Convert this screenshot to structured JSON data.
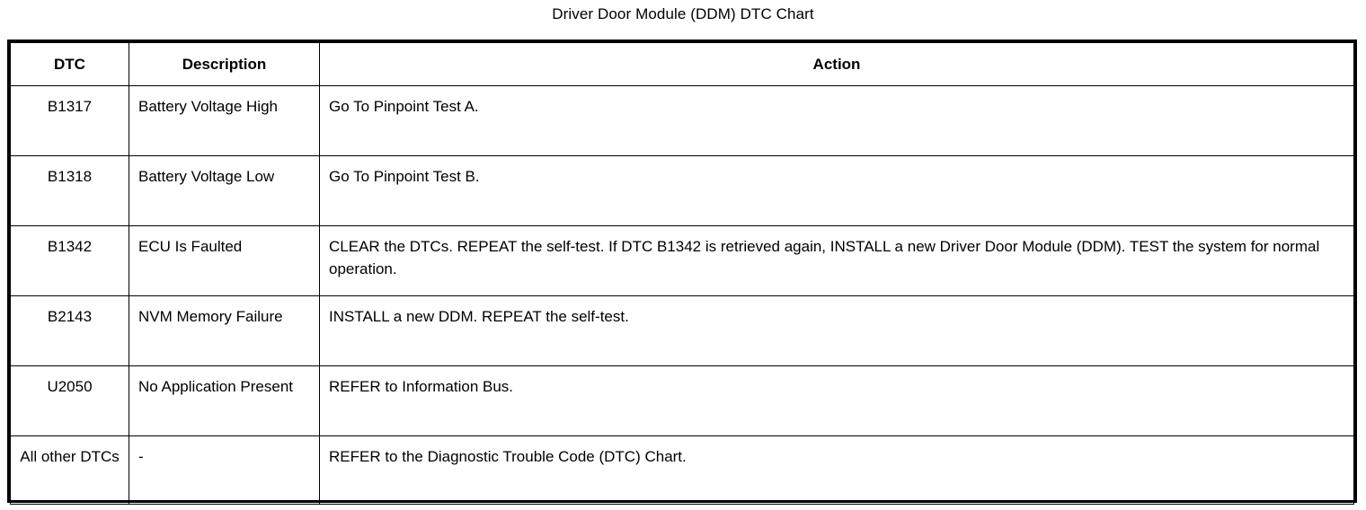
{
  "title": "Driver Door Module (DDM) DTC Chart",
  "table": {
    "columns": [
      {
        "key": "dtc",
        "label": "DTC",
        "align": "center"
      },
      {
        "key": "description",
        "label": "Description",
        "align": "left"
      },
      {
        "key": "action",
        "label": "Action",
        "align": "left"
      }
    ],
    "rows": [
      {
        "dtc": "B1317",
        "description": "Battery Voltage High",
        "action": "Go To Pinpoint Test A."
      },
      {
        "dtc": "B1318",
        "description": "Battery Voltage Low",
        "action": "Go To Pinpoint Test B."
      },
      {
        "dtc": "B1342",
        "description": "ECU Is Faulted",
        "action": "CLEAR the DTCs. REPEAT the self-test. If DTC B1342 is retrieved again, INSTALL a new Driver Door Module (DDM). TEST the system for normal operation."
      },
      {
        "dtc": "B2143",
        "description": "NVM Memory Failure",
        "action": "INSTALL a new DDM. REPEAT the self-test."
      },
      {
        "dtc": "U2050",
        "description": "No Application Present",
        "action": "REFER to Information Bus."
      },
      {
        "dtc": "All other DTCs",
        "description": "-",
        "action": "REFER to the Diagnostic Trouble Code (DTC) Chart."
      }
    ]
  },
  "colors": {
    "text": "#000000",
    "background": "#ffffff",
    "border": "#000000"
  }
}
